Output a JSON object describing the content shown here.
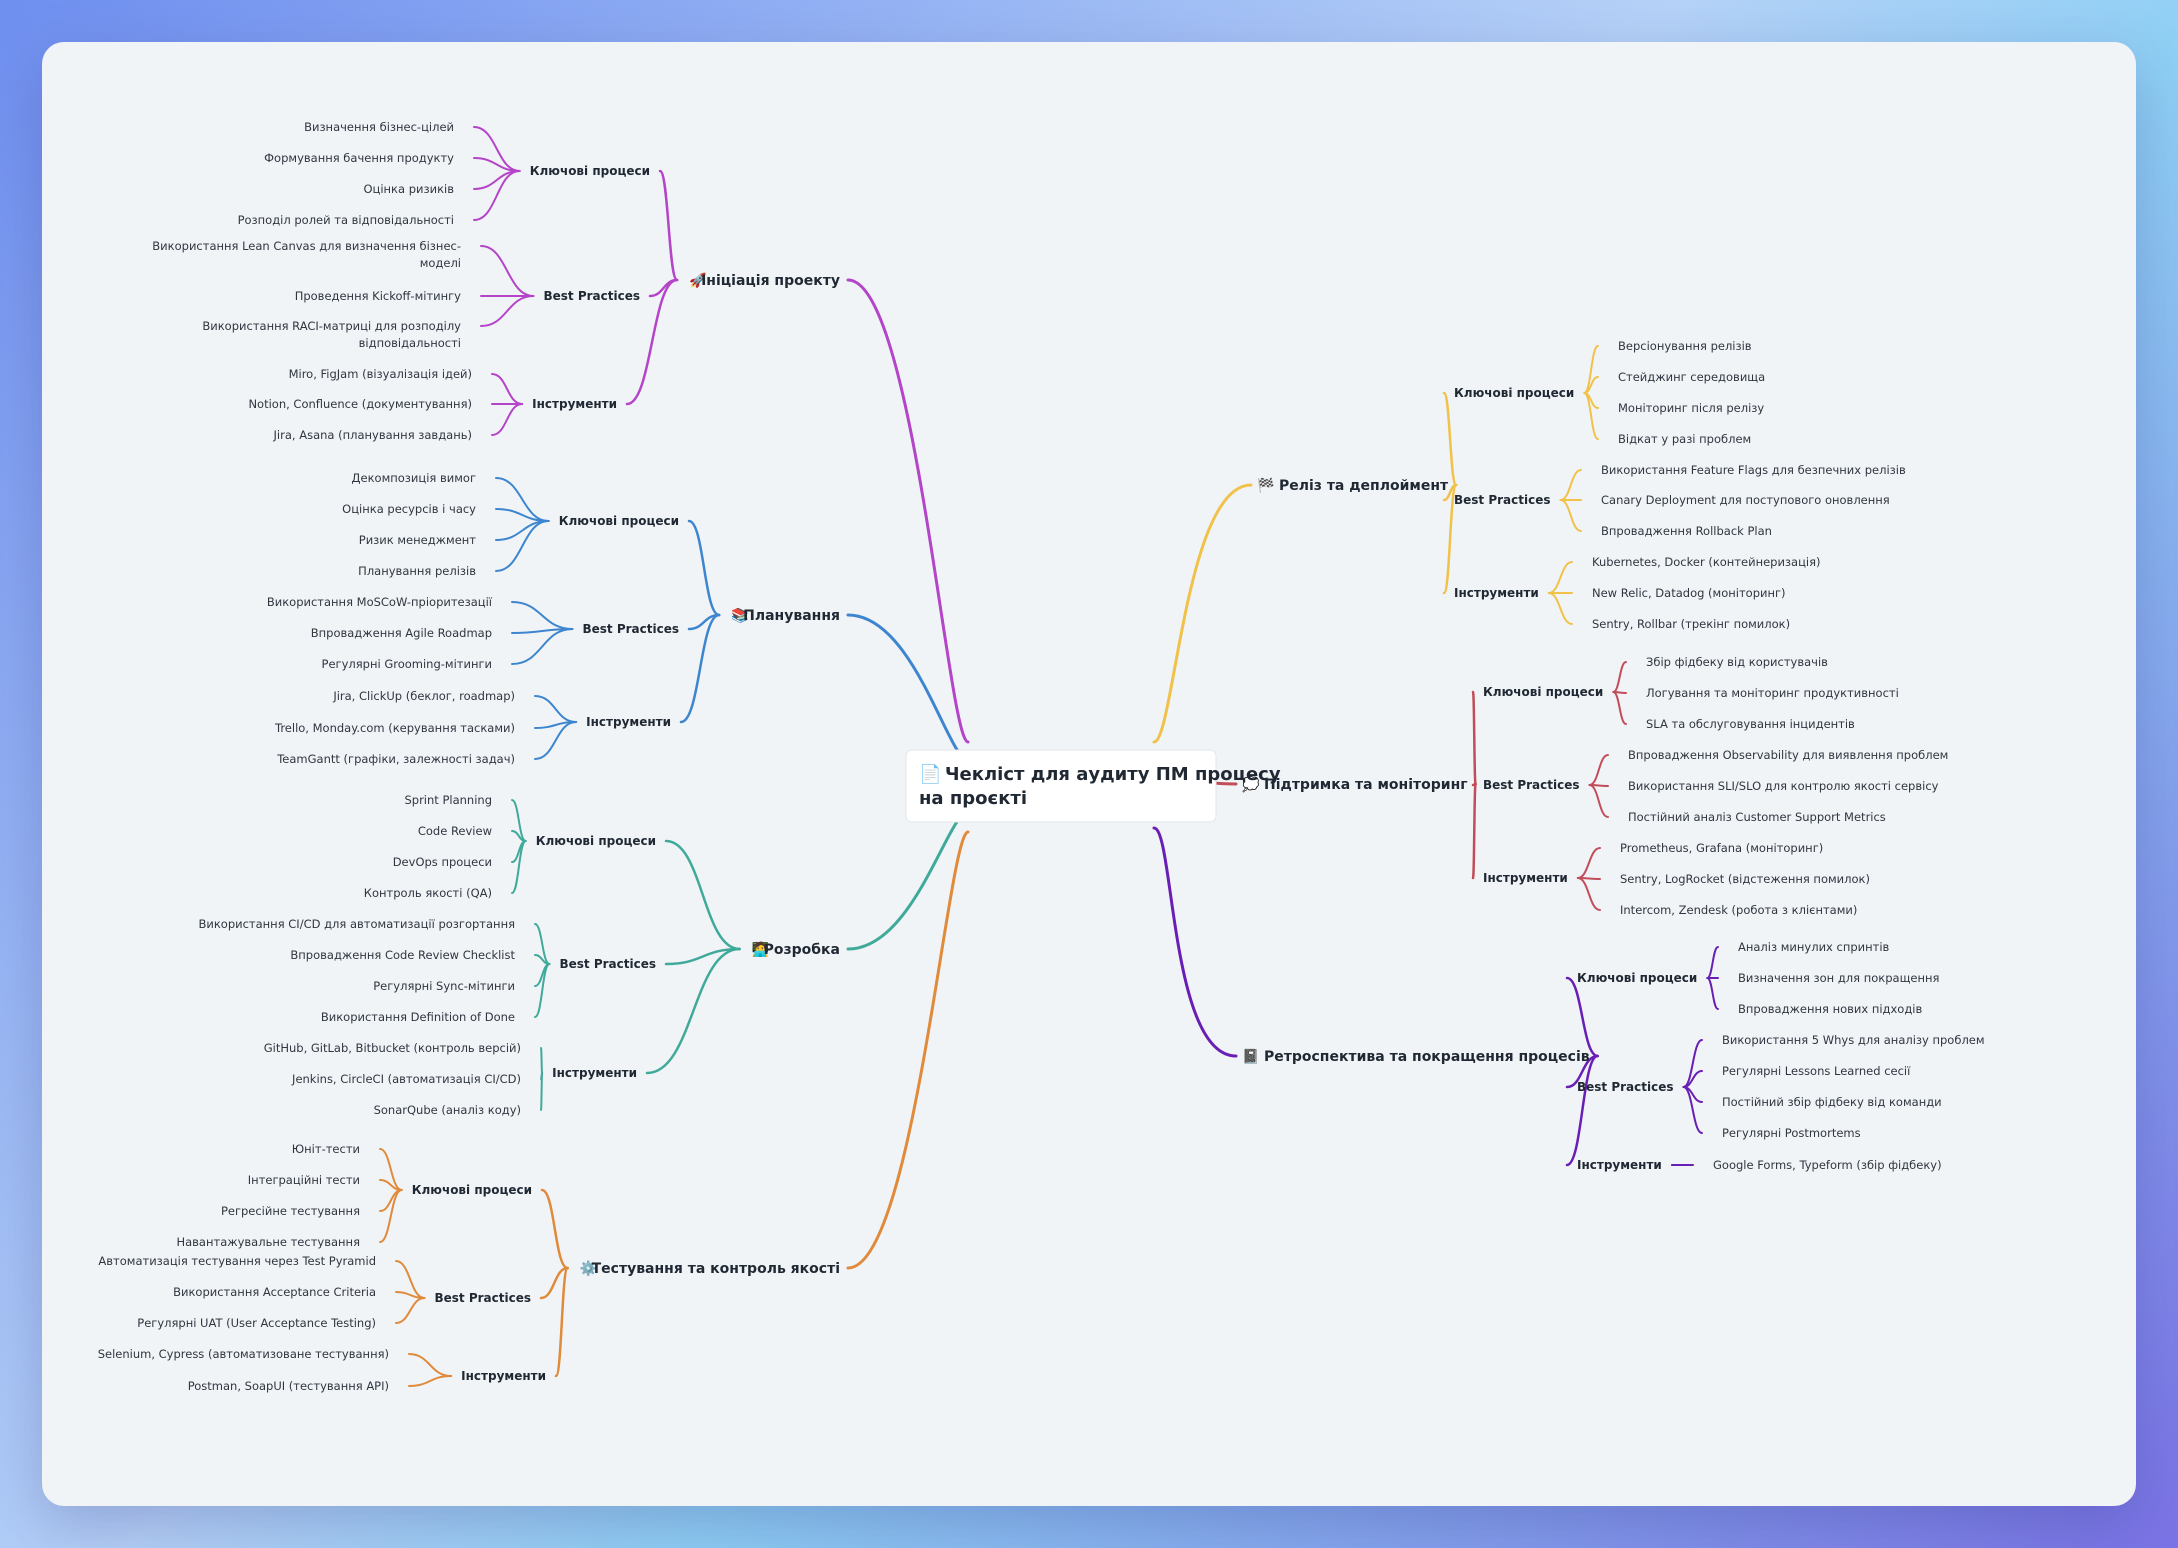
{
  "root": {
    "icon": "📄",
    "title_line1": "Чекліст для аудиту ПМ процесу",
    "title_line2": "на проєкті"
  },
  "branches": [
    {
      "icon": "🚀",
      "icon_name": "rocket-icon",
      "title": "Ініціація проекту",
      "color": "#b444c8",
      "groups": [
        {
          "title": "Ключові процеси",
          "items": [
            [
              "Визначення бізнес-цілей"
            ],
            [
              "Формування бачення продукту"
            ],
            [
              "Оцінка ризиків"
            ],
            [
              "Розподіл ролей та відповідальності"
            ]
          ]
        },
        {
          "title": "Best Practices",
          "items": [
            [
              "Використання Lean Canvas для визначення бізнес-",
              "моделі"
            ],
            [
              "Проведення Kickoff-мітингу"
            ],
            [
              "Використання RACI-матриці для розподілу",
              "відповідальності"
            ]
          ]
        },
        {
          "title": "Інструменти",
          "items": [
            [
              "Miro, FigJam (візуалізація ідей)"
            ],
            [
              "Notion, Confluence (документування)"
            ],
            [
              "Jira, Asana (планування завдань)"
            ]
          ]
        }
      ]
    },
    {
      "icon": "📚",
      "icon_name": "books-icon",
      "title": "Планування",
      "color": "#3d86cf",
      "groups": [
        {
          "title": "Ключові процеси",
          "items": [
            [
              "Декомпозиція вимог"
            ],
            [
              "Оцінка ресурсів і часу"
            ],
            [
              "Ризик менеджмент"
            ],
            [
              "Планування релізів"
            ]
          ]
        },
        {
          "title": "Best Practices",
          "items": [
            [
              "Використання MoSCoW-пріоритезації"
            ],
            [
              "Впровадження Agile Roadmap"
            ],
            [
              "Регулярні Grooming-мітинги"
            ]
          ]
        },
        {
          "title": "Інструменти",
          "items": [
            [
              "Jira, ClickUp (беклог, roadmap)"
            ],
            [
              "Trello, Monday.com (керування тасками)"
            ],
            [
              "TeamGantt (графіки, залежності задач)"
            ]
          ]
        }
      ]
    },
    {
      "icon": "🧑‍💻",
      "icon_name": "developer-icon",
      "title": "Розробка",
      "color": "#3fa99a",
      "groups": [
        {
          "title": "Ключові процеси",
          "items": [
            [
              "Sprint Planning"
            ],
            [
              "Code Review"
            ],
            [
              "DevOps процеси"
            ],
            [
              "Контроль якості (QA)"
            ]
          ]
        },
        {
          "title": "Best Practices",
          "items": [
            [
              "Використання CI/CD для автоматизації розгортання"
            ],
            [
              "Впровадження Code Review Checklist"
            ],
            [
              "Регулярні Sync-мітинги"
            ],
            [
              "Використання Definition of Done"
            ]
          ]
        },
        {
          "title": "Інструменти",
          "items": [
            [
              "GitHub, GitLab, Bitbucket (контроль версій)"
            ],
            [
              "Jenkins, CircleCI (автоматизація CI/CD)"
            ],
            [
              "SonarQube (аналіз коду)"
            ]
          ]
        }
      ]
    },
    {
      "icon": "⚙️",
      "icon_name": "gear-icon",
      "title": "Тестування та контроль якості",
      "color": "#e08a3c",
      "groups": [
        {
          "title": "Ключові процеси",
          "items": [
            [
              "Юніт-тести"
            ],
            [
              "Інтеграційні тести"
            ],
            [
              "Регресійне тестування"
            ],
            [
              "Навантажувальне тестування"
            ]
          ]
        },
        {
          "title": "Best Practices",
          "items": [
            [
              "Автоматизація тестування через Test Pyramid"
            ],
            [
              "Використання Acceptance Criteria"
            ],
            [
              "Регулярні UAT (User Acceptance Testing)"
            ]
          ]
        },
        {
          "title": "Інструменти",
          "items": [
            [
              "Selenium, Cypress (автоматизоване тестування)"
            ],
            [
              "Postman, SoapUI (тестування API)"
            ]
          ]
        }
      ]
    },
    {
      "icon": "🏁",
      "icon_name": "checkered-flag-icon",
      "title": "Реліз та деплоймент",
      "color": "#f0c24a",
      "groups": [
        {
          "title": "Ключові процеси",
          "items": [
            [
              "Версіонування релізів"
            ],
            [
              "Стейджинг середовища"
            ],
            [
              "Моніторинг після релізу"
            ],
            [
              "Відкат у разі проблем"
            ]
          ]
        },
        {
          "title": "Best Practices",
          "items": [
            [
              "Використання Feature Flags для безпечних релізів"
            ],
            [
              "Canary Deployment для поступового оновлення"
            ],
            [
              "Впровадження Rollback Plan"
            ]
          ]
        },
        {
          "title": "Інструменти",
          "items": [
            [
              "Kubernetes, Docker (контейнеризація)"
            ],
            [
              "New Relic, Datadog (моніторинг)"
            ],
            [
              "Sentry, Rollbar (трекінг помилок)"
            ]
          ]
        }
      ]
    },
    {
      "icon": "💭",
      "icon_name": "thought-bubble-icon",
      "title": "Підтримка та моніторинг",
      "color": "#c24d5a",
      "groups": [
        {
          "title": "Ключові процеси",
          "items": [
            [
              "Збір фідбеку від користувачів"
            ],
            [
              "Логування та моніторинг продуктивності"
            ],
            [
              "SLA та обслуговування інцидентів"
            ]
          ]
        },
        {
          "title": "Best Practices",
          "items": [
            [
              "Впровадження Observability для виявлення проблем"
            ],
            [
              "Використання SLI/SLO для контролю якості сервісу"
            ],
            [
              "Постійний аналіз Customer Support Metrics"
            ]
          ]
        },
        {
          "title": "Інструменти",
          "items": [
            [
              "Prometheus, Grafana (моніторинг)"
            ],
            [
              "Sentry, LogRocket (відстеження помилок)"
            ],
            [
              "Intercom, Zendesk (робота з клієнтами)"
            ]
          ]
        }
      ]
    },
    {
      "icon": "📓",
      "icon_name": "notebook-icon",
      "title": "Ретроспектива та покращення процесів",
      "color": "#6a1fb4",
      "groups": [
        {
          "title": "Ключові процеси",
          "items": [
            [
              "Аналіз минулих спринтів"
            ],
            [
              "Визначення зон для покращення"
            ],
            [
              "Впровадження нових підходів"
            ]
          ]
        },
        {
          "title": "Best Practices",
          "items": [
            [
              "Використання 5 Whys для аналізу проблем"
            ],
            [
              "Регулярні Lessons Learned сесії"
            ],
            [
              "Постійний збір фідбеку від команди"
            ],
            [
              "Регулярні Postmortems"
            ]
          ]
        },
        {
          "title": "Інструменти",
          "items": [
            [
              "Google Forms, Typeform (збір фідбеку)"
            ]
          ]
        }
      ]
    }
  ]
}
